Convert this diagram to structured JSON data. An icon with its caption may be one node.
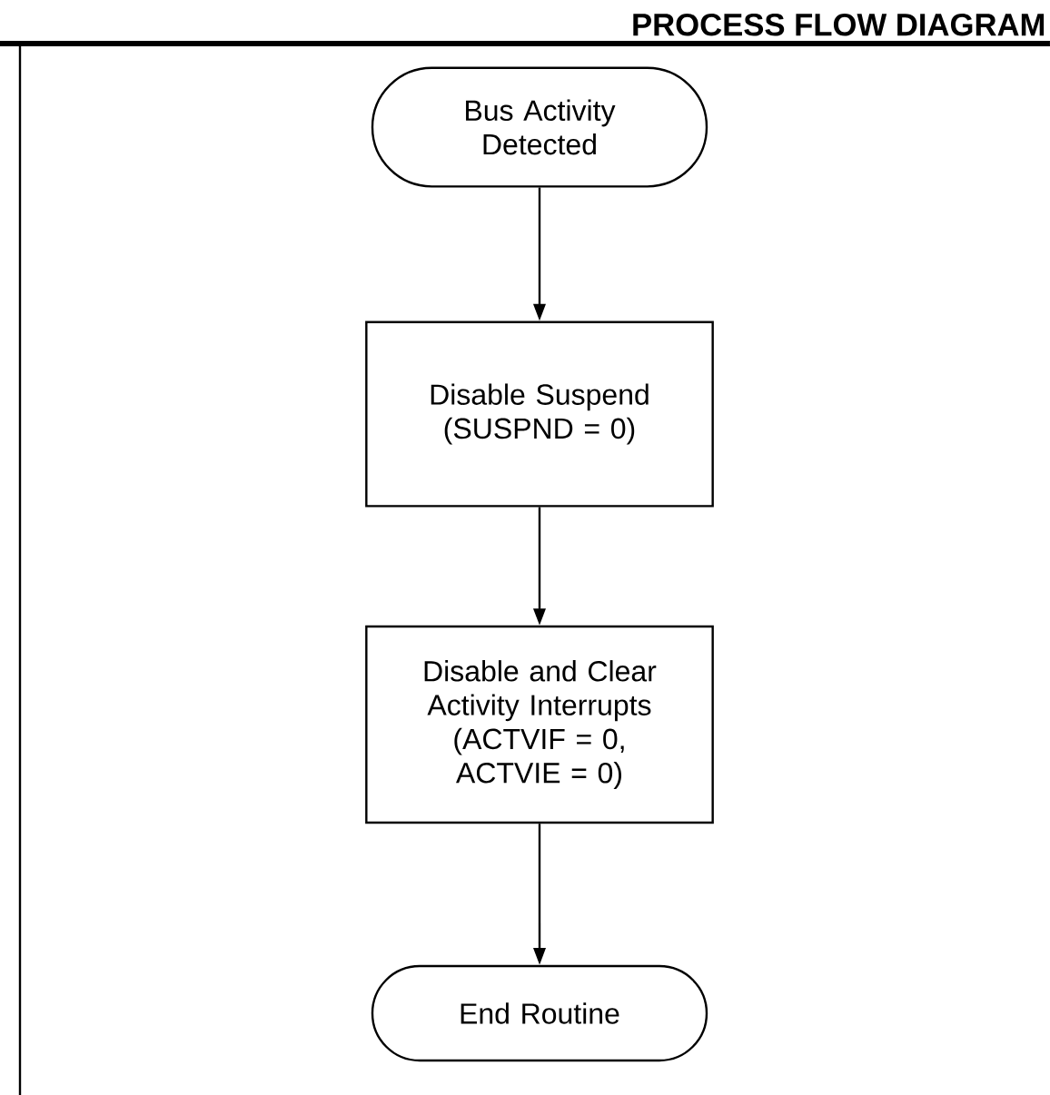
{
  "diagram": {
    "title": "PROCESS FLOW DIAGRAM",
    "nodes": [
      {
        "text": [
          "Bus Activity Detected"
        ]
      },
      {
        "text": [
          "Disable Suspend (SUSPND = 0)"
        ]
      },
      {
        "text": [
          "Disable and Clear Activity Interrupts (ACTVIF = 0, ACTVIE = 0)"
        ]
      },
      {
        "text": [
          "End Routine"
        ]
      }
    ],
    "edges": [
      {
        "from": 0,
        "to": 1,
        "arrow": "to"
      },
      {
        "from": 1,
        "to": 2,
        "arrow": "to"
      },
      {
        "from": 2,
        "to": 3,
        "arrow": "to"
      }
    ]
  }
}
